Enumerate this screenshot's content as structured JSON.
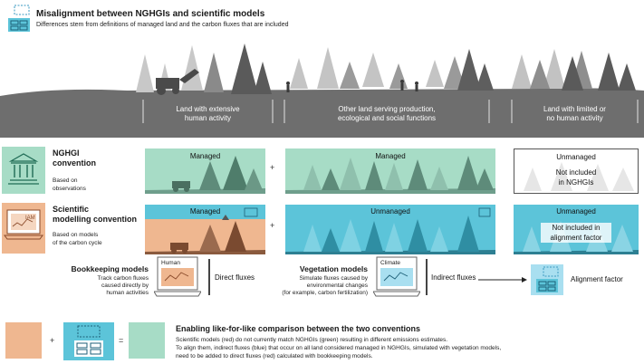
{
  "header": {
    "title": "Misalignment between NGHGIs and scientific models",
    "subtitle": "Differences stem from definitions of managed land and the carbon fluxes that are included"
  },
  "land_bands": [
    {
      "label": "Land with extensive\nhuman activity"
    },
    {
      "label": "Other land serving production,\necological and social functions"
    },
    {
      "label": "Land with limited or\nno human activity"
    }
  ],
  "nghgi": {
    "title": "NGHGI\nconvention",
    "subtitle": "Based on\nobservations",
    "panel1": "Managed",
    "panel2": "Managed",
    "panel3_top": "Unmanaged",
    "panel3_note": "Not included\nin NGHGIs"
  },
  "scientific": {
    "title": "Scientific\nmodelling convention",
    "subtitle": "Based on models\nof the carbon cycle",
    "icon_label": "IAM",
    "panel1": "Managed",
    "panel2": "Unmanaged",
    "panel3_top": "Unmanaged",
    "panel3_note": "Not included in\nalignment factor"
  },
  "bookkeeping": {
    "title": "Bookkeeping models",
    "desc": "Track carbon fluxes\ncaused directly by\nhuman activities",
    "screen_label": "Human",
    "flux_label": "Direct fluxes"
  },
  "vegetation": {
    "title": "Vegetation models",
    "desc": "Simulate fluxes caused by\nenvironmental changes\n(for example, carbon fertilization)",
    "screen_label": "Climate",
    "flux_label": "Indirect fluxes"
  },
  "alignment": {
    "label": "Alignment factor"
  },
  "equation": {
    "plus": "+",
    "equals": "="
  },
  "footer": {
    "title": "Enabling like-for-like comparison between the two conventions",
    "line1": "Scientific models (red) do not currently match NGHGIs (green) resulting in different emissions estimates.",
    "line2": "To align them, indirect fluxes (blue) that occur on all land considered managed in NGHGIs, simulated with vegetation models,",
    "line3": "need to be added to direct fluxes (red) calculated with bookkeeping models."
  },
  "symbols": {
    "plus": "+"
  },
  "colors": {
    "green": "#a7dcc6",
    "red": "#efb790",
    "blue": "#5cc4d9",
    "light_blue": "#a9dff0",
    "ground": "#6e6e6e",
    "tree_dark": "#5a5a5a",
    "tree_light": "#b8b8b8"
  }
}
